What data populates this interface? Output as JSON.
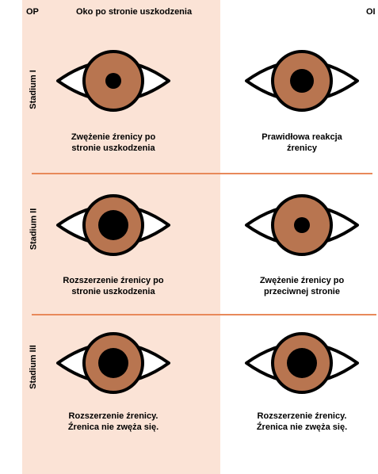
{
  "header": {
    "left_code": "OP",
    "left_title": "Oko po stronie uszkodzenia",
    "right_code": "OI"
  },
  "colors": {
    "iris": "#b87550",
    "pupil": "#000000",
    "outline": "#000000",
    "sclera": "#ffffff",
    "shade": "#fbe3d6",
    "divider": "#e8895a"
  },
  "stages": [
    {
      "label": "Stadium I",
      "left": {
        "pupil": "constricted",
        "caption": [
          "Zwężenie źrenicy po",
          "stronie uszkodzenia"
        ]
      },
      "right": {
        "pupil": "normal",
        "caption": [
          "Prawidłowa reakcja",
          "źrenicy"
        ]
      }
    },
    {
      "label": "Stadium II",
      "left": {
        "pupil": "dilated",
        "caption": [
          "Rozszerzenie źrenicy po",
          "stronie uszkodzenia"
        ]
      },
      "right": {
        "pupil": "constricted",
        "caption": [
          "Zwężenie  źrenicy po",
          "przeciwnej stronie"
        ]
      }
    },
    {
      "label": "Stadium III",
      "left": {
        "pupil": "dilated",
        "caption": [
          "Rozszerzenie źrenicy.",
          "Źrenica nie zwęża się."
        ]
      },
      "right": {
        "pupil": "dilated",
        "caption": [
          "Rozszerzenie źrenicy.",
          "Źrenica nie zwęża się."
        ]
      }
    }
  ]
}
